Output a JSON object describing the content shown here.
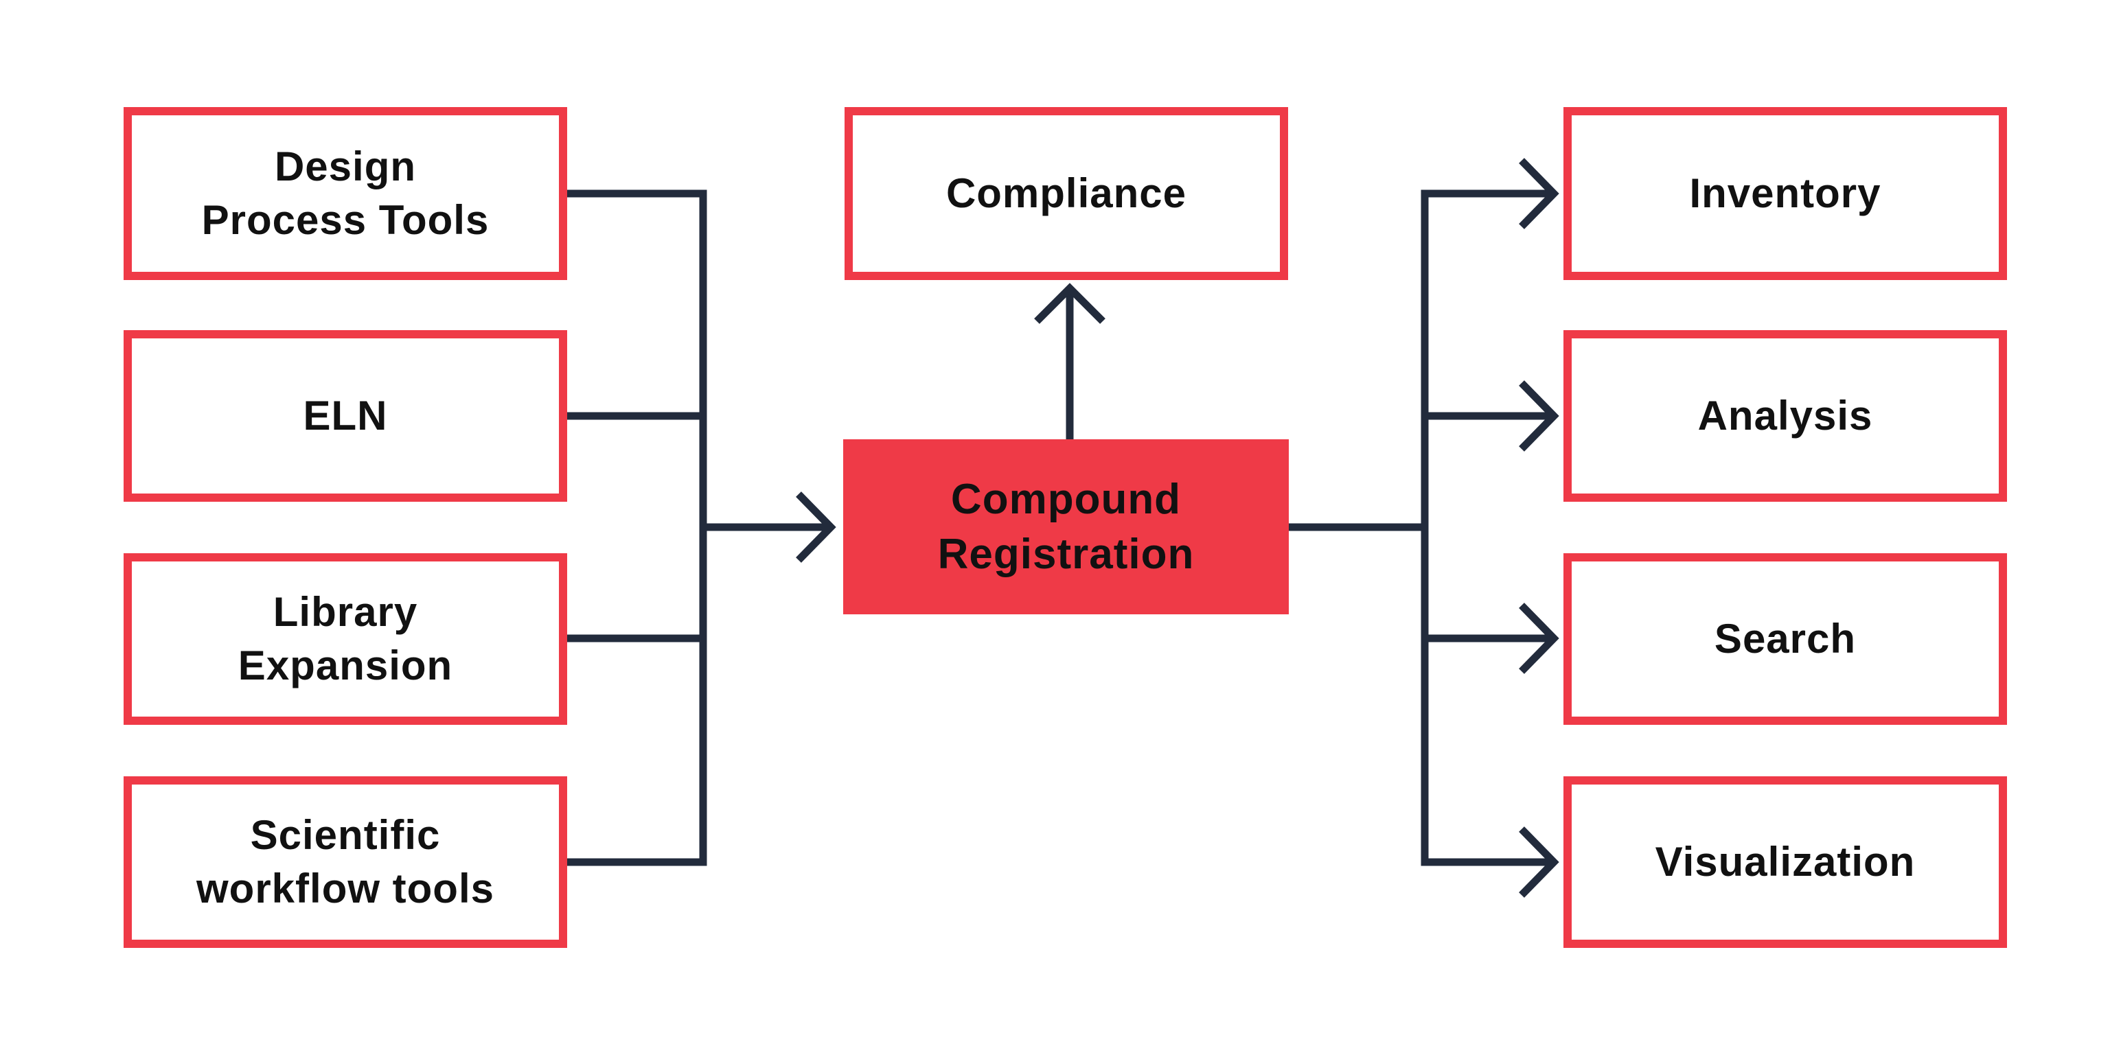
{
  "diagram": {
    "title": "Compound Registration data flow",
    "colors": {
      "accent": "#EF3A47",
      "line": "#222B3C",
      "text": "#111111"
    },
    "inputs": [
      {
        "label": "Design\nProcess Tools"
      },
      {
        "label": "ELN"
      },
      {
        "label": "Library\nExpansion"
      },
      {
        "label": "Scientific\nworkflow tools"
      }
    ],
    "center": {
      "label": "Compound\nRegistration"
    },
    "top": {
      "label": "Compliance"
    },
    "outputs": [
      {
        "label": "Inventory"
      },
      {
        "label": "Analysis"
      },
      {
        "label": "Search"
      },
      {
        "label": "Visualization"
      }
    ]
  }
}
